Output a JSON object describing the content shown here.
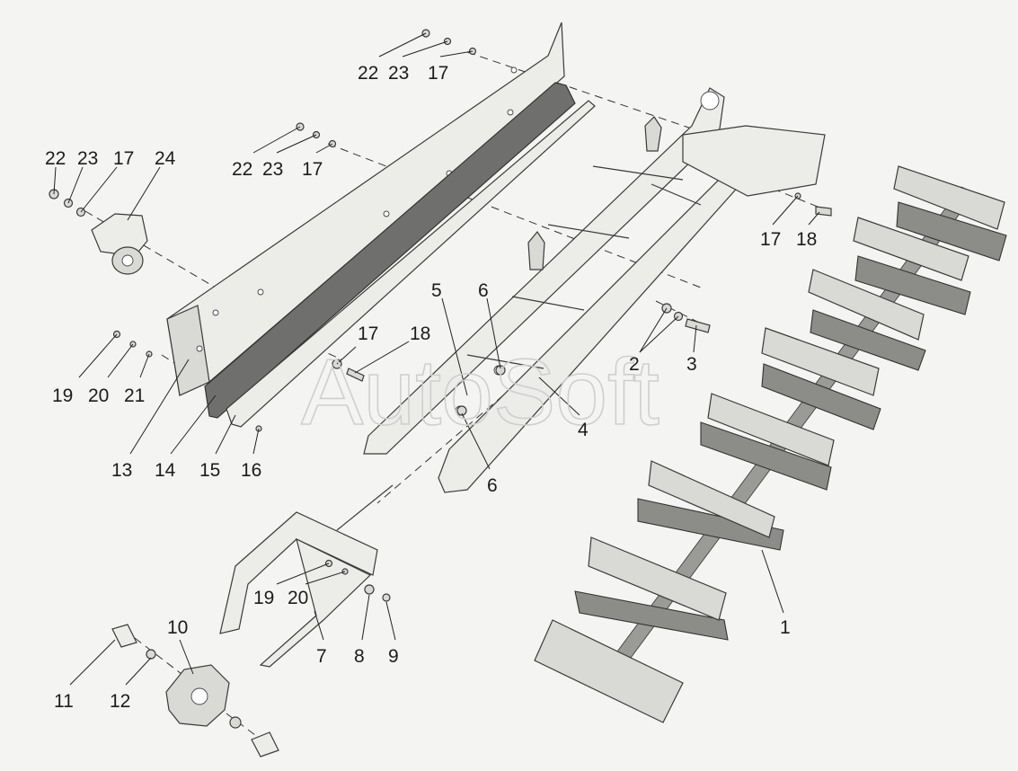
{
  "watermark": "AutoSoft",
  "labels": {
    "c1": "1",
    "c2": "2",
    "c3": "3",
    "c4": "4",
    "c5": "5",
    "c6a": "6",
    "c6b": "6",
    "c7": "7",
    "c8": "8",
    "c9": "9",
    "c10": "10",
    "c11": "11",
    "c12": "12",
    "c13": "13",
    "c14": "14",
    "c15": "15",
    "c16": "16",
    "c17a": "17",
    "c17b": "17",
    "c17c": "17",
    "c17d": "17",
    "c17e": "17",
    "c18a": "18",
    "c18b": "18",
    "c19a": "19",
    "c19b": "19",
    "c20a": "20",
    "c20b": "20",
    "c21": "21",
    "c22a": "22",
    "c22b": "22",
    "c22c": "22",
    "c23a": "23",
    "c23b": "23",
    "c23c": "23",
    "c24": "24"
  }
}
